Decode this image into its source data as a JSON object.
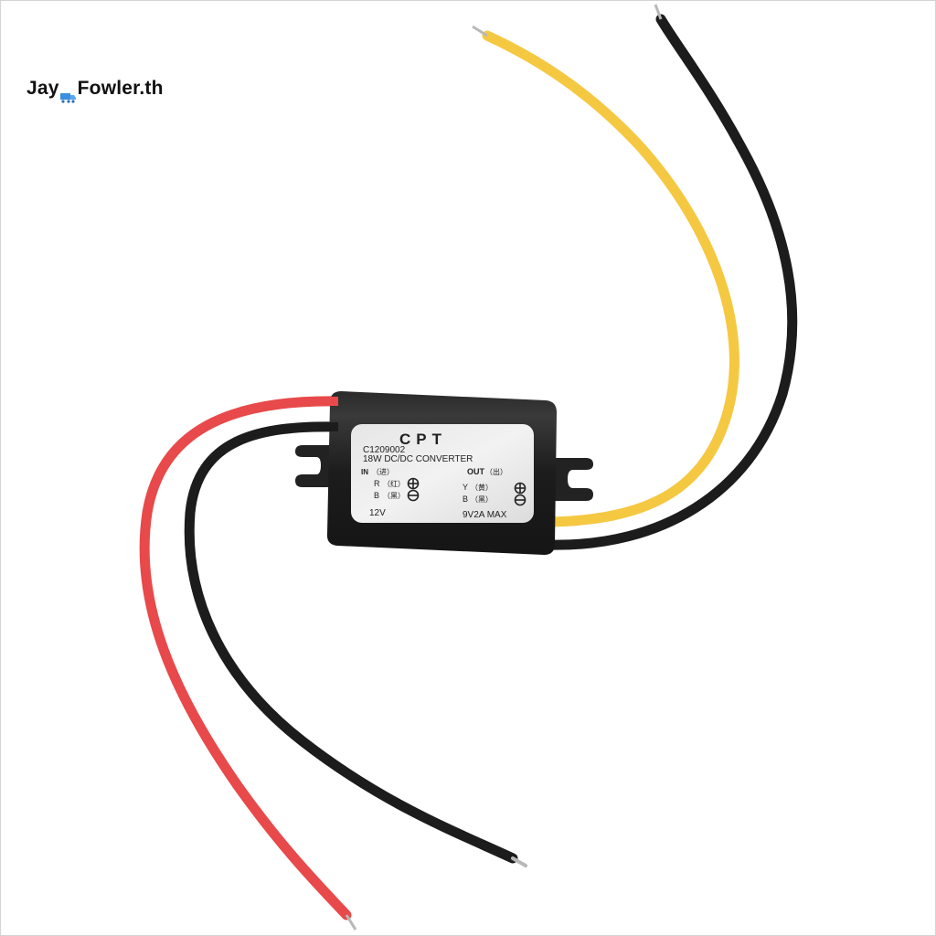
{
  "watermark": {
    "text_left": "Jay",
    "text_right": "Fowler.th",
    "icon": "truck-icon",
    "icon_color": "#3a8fe0"
  },
  "product": {
    "type": "DC/DC converter module",
    "body_color": "#1e1e1e",
    "label": {
      "brand": "CPT",
      "model": "C1209002",
      "description": "18W DC/DC CONVERTER",
      "input": {
        "heading": "IN",
        "heading_cn": "（进）",
        "positive": "R",
        "positive_cn": "（红）",
        "negative": "B",
        "negative_cn": "（黑）",
        "voltage": "12V"
      },
      "output": {
        "heading": "OUT",
        "heading_cn": "（出）",
        "positive": "Y",
        "positive_cn": "（黄）",
        "negative": "B",
        "negative_cn": "（黑）",
        "rating": "9V2A MAX"
      }
    },
    "wires": [
      {
        "name": "input-positive",
        "color": "#e8494a"
      },
      {
        "name": "input-negative",
        "color": "#1c1c1c"
      },
      {
        "name": "output-positive",
        "color": "#f5c842"
      },
      {
        "name": "output-negative",
        "color": "#1c1c1c"
      }
    ]
  }
}
